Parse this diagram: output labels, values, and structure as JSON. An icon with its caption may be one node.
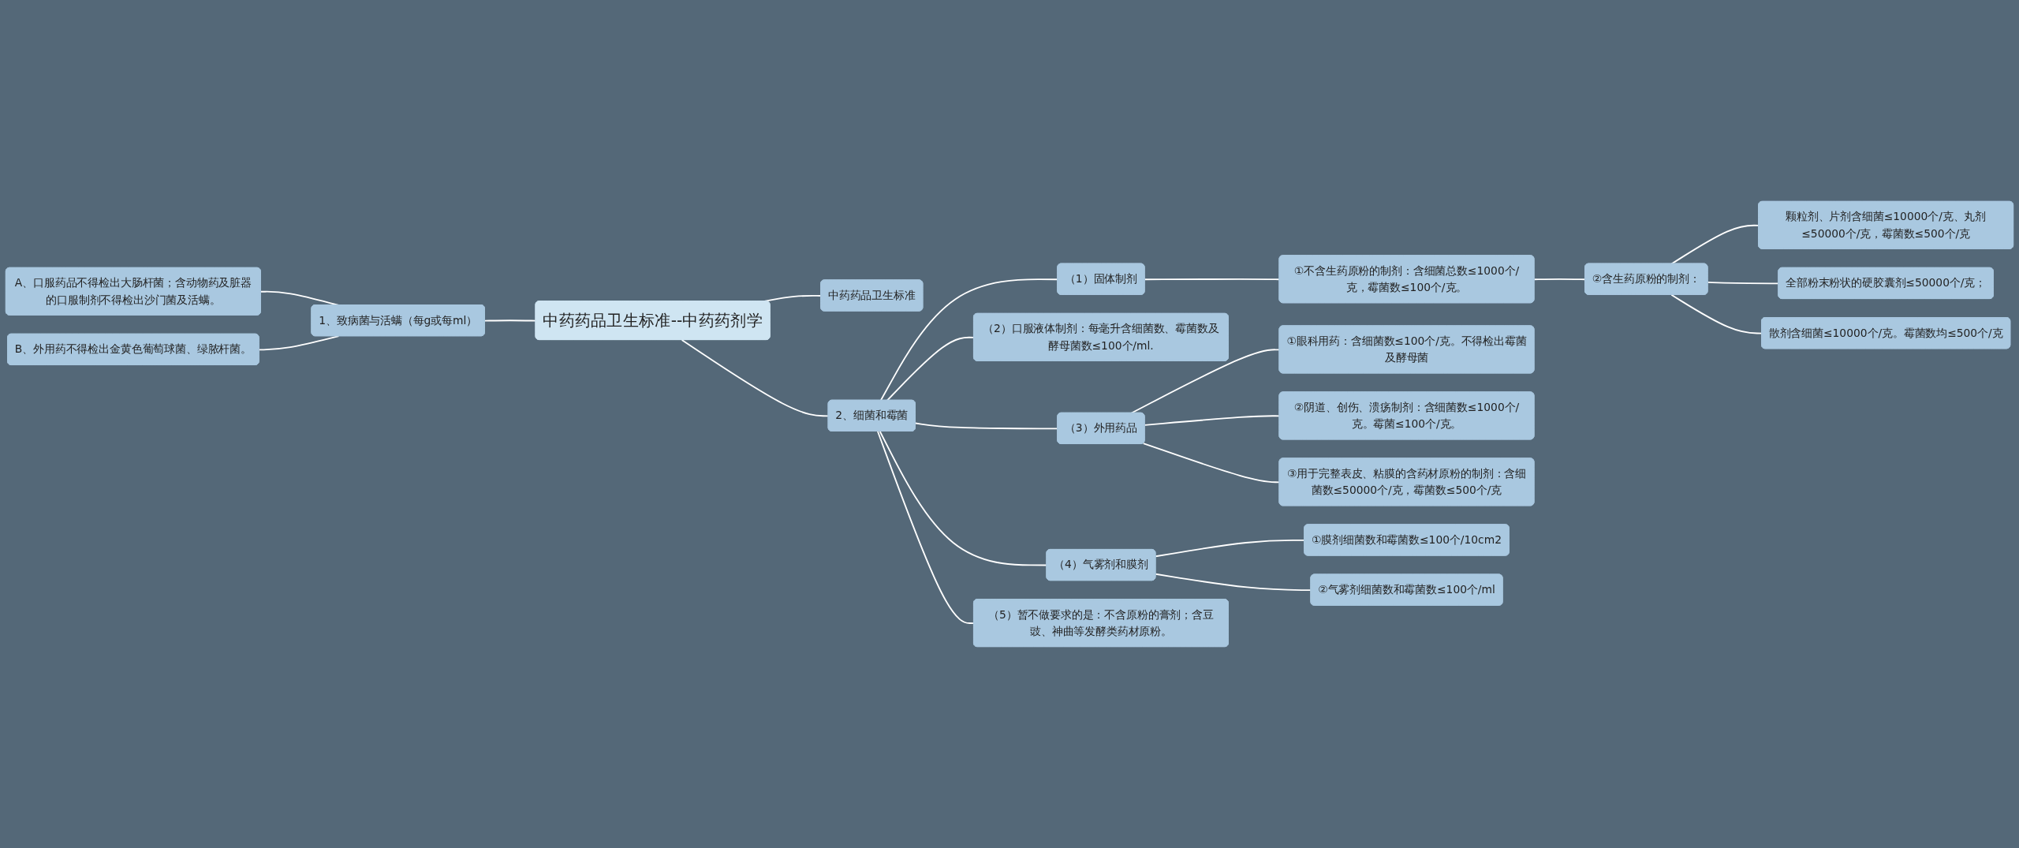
{
  "diagram": {
    "nodes": [
      {
        "text": [
          "中药药品卫生标准--中药药剂学"
        ]
      },
      {
        "text": [
          "1、致病菌与活螨（每g或每ml）"
        ]
      },
      {
        "text": [
          "A、口服药品不得检出大肠杆菌；含动物药及脏器的口服制剂不得检出沙门菌及活螨。"
        ]
      },
      {
        "text": [
          "B、外用药不得检出金黄色葡萄球菌、绿脓杆菌。"
        ]
      },
      {
        "text": [
          "中药药品卫生标准"
        ]
      },
      {
        "text": [
          "2、细菌和霉菌"
        ]
      },
      {
        "text": [
          "（1）固体制剂"
        ]
      },
      {
        "text": [
          "①不含生药原粉的制剂：含细菌总数≤1000个/克，霉菌数≤100个/克。"
        ]
      },
      {
        "text": [
          "②含生药原粉的制剂："
        ]
      },
      {
        "text": [
          "颗粒剂、片剂含细菌≤10000个/克、丸剂≤50000个/克，霉菌数≤500个/克"
        ]
      },
      {
        "text": [
          "全部粉末粉状的硬胶囊剂≤50000个/克；"
        ]
      },
      {
        "text": [
          "散剂含细菌≤10000个/克。霉菌数均≤500个/克"
        ]
      },
      {
        "text": [
          "（2）口服液体制剂：每毫升含细菌数、霉菌数及酵母菌数≤100个/ml."
        ]
      },
      {
        "text": [
          "（3）外用药品"
        ]
      },
      {
        "text": [
          "①眼科用药：含细菌数≤100个/克。不得检出霉菌及酵母菌"
        ]
      },
      {
        "text": [
          "②阴道、创伤、溃疡制剂：含细菌数≤1000个/克。霉菌≤100个/克。"
        ]
      },
      {
        "text": [
          "③用于完整表皮、粘膜的含药材原粉的制剂：含细菌数≤50000个/克，霉菌数≤500个/克"
        ]
      },
      {
        "text": [
          "（4）气雾剂和膜剂"
        ]
      },
      {
        "text": [
          "①膜剂细菌数和霉菌数≤100个/10cm2"
        ]
      },
      {
        "text": [
          "②气雾剂细菌数和霉菌数≤100个/ml"
        ]
      },
      {
        "text": [
          "（5）暂不做要求的是：不含原粉的膏剂；含豆豉、神曲等发酵类药材原粉。"
        ]
      }
    ],
    "edges": [
      {
        "from": 0,
        "to": 1,
        "arrow": "none"
      },
      {
        "from": 1,
        "to": 2,
        "arrow": "none"
      },
      {
        "from": 1,
        "to": 3,
        "arrow": "none"
      },
      {
        "from": 0,
        "to": 4,
        "arrow": "none"
      },
      {
        "from": 0,
        "to": 5,
        "arrow": "none"
      },
      {
        "from": 5,
        "to": 6,
        "arrow": "none"
      },
      {
        "from": 6,
        "to": 7,
        "arrow": "none"
      },
      {
        "from": 7,
        "to": 8,
        "arrow": "none"
      },
      {
        "from": 8,
        "to": 9,
        "arrow": "none"
      },
      {
        "from": 8,
        "to": 10,
        "arrow": "none"
      },
      {
        "from": 8,
        "to": 11,
        "arrow": "none"
      },
      {
        "from": 5,
        "to": 12,
        "arrow": "none"
      },
      {
        "from": 5,
        "to": 13,
        "arrow": "none"
      },
      {
        "from": 13,
        "to": 14,
        "arrow": "none"
      },
      {
        "from": 13,
        "to": 15,
        "arrow": "none"
      },
      {
        "from": 13,
        "to": 16,
        "arrow": "none"
      },
      {
        "from": 5,
        "to": 17,
        "arrow": "none"
      },
      {
        "from": 17,
        "to": 18,
        "arrow": "none"
      },
      {
        "from": 17,
        "to": 19,
        "arrow": "none"
      },
      {
        "from": 5,
        "to": 20,
        "arrow": "none"
      }
    ]
  }
}
